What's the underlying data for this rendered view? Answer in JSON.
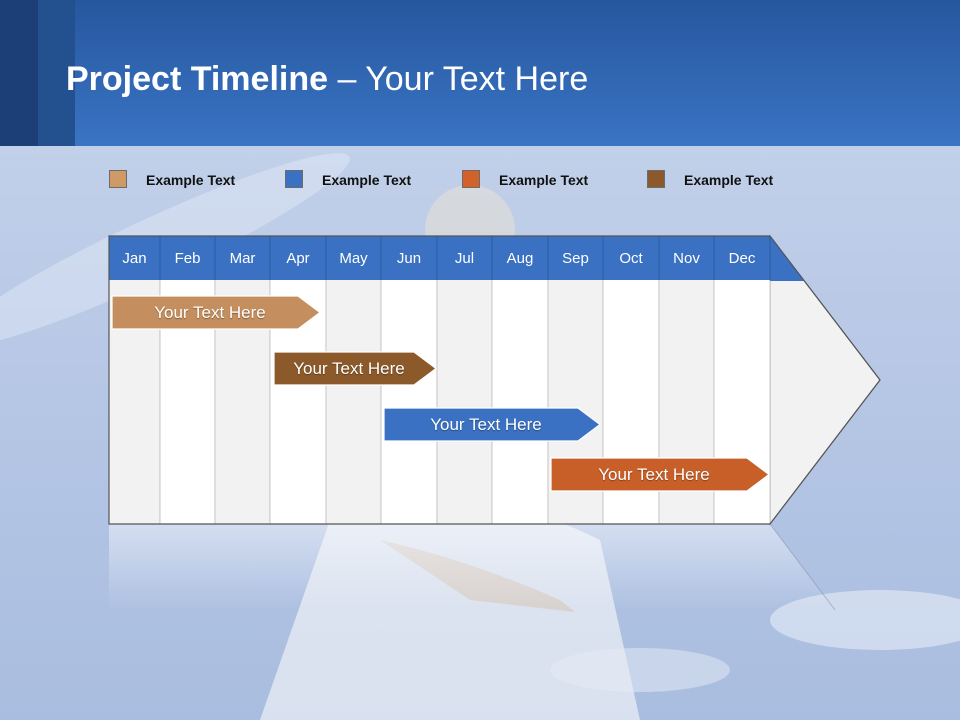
{
  "title": {
    "bold": "Project Timeline",
    "rest": " – Your Text Here"
  },
  "legend": [
    {
      "label": "Example Text",
      "color": "#d09a67"
    },
    {
      "label": "Example Text",
      "color": "#3b71c2"
    },
    {
      "label": "Example Text",
      "color": "#d2622a"
    },
    {
      "label": "Example Text",
      "color": "#8c5a2a"
    }
  ],
  "months": [
    "Jan",
    "Feb",
    "Mar",
    "Apr",
    "May",
    "Jun",
    "Jul",
    "Aug",
    "Sep",
    "Oct",
    "Nov",
    "Dec"
  ],
  "bars": [
    {
      "label": "Your  Text Here",
      "color": "#c48e5e"
    },
    {
      "label": "Your  Text Here",
      "color": "#8c5a2a"
    },
    {
      "label": "Your  Text Here",
      "color": "#3b71c2"
    },
    {
      "label": "Your  Text Here",
      "color": "#c85f29"
    }
  ],
  "colors": {
    "header": "#3a74c4",
    "month_header": "#3b71c2",
    "grid_light": "#f2f2f2",
    "grid_white": "#ffffff"
  }
}
